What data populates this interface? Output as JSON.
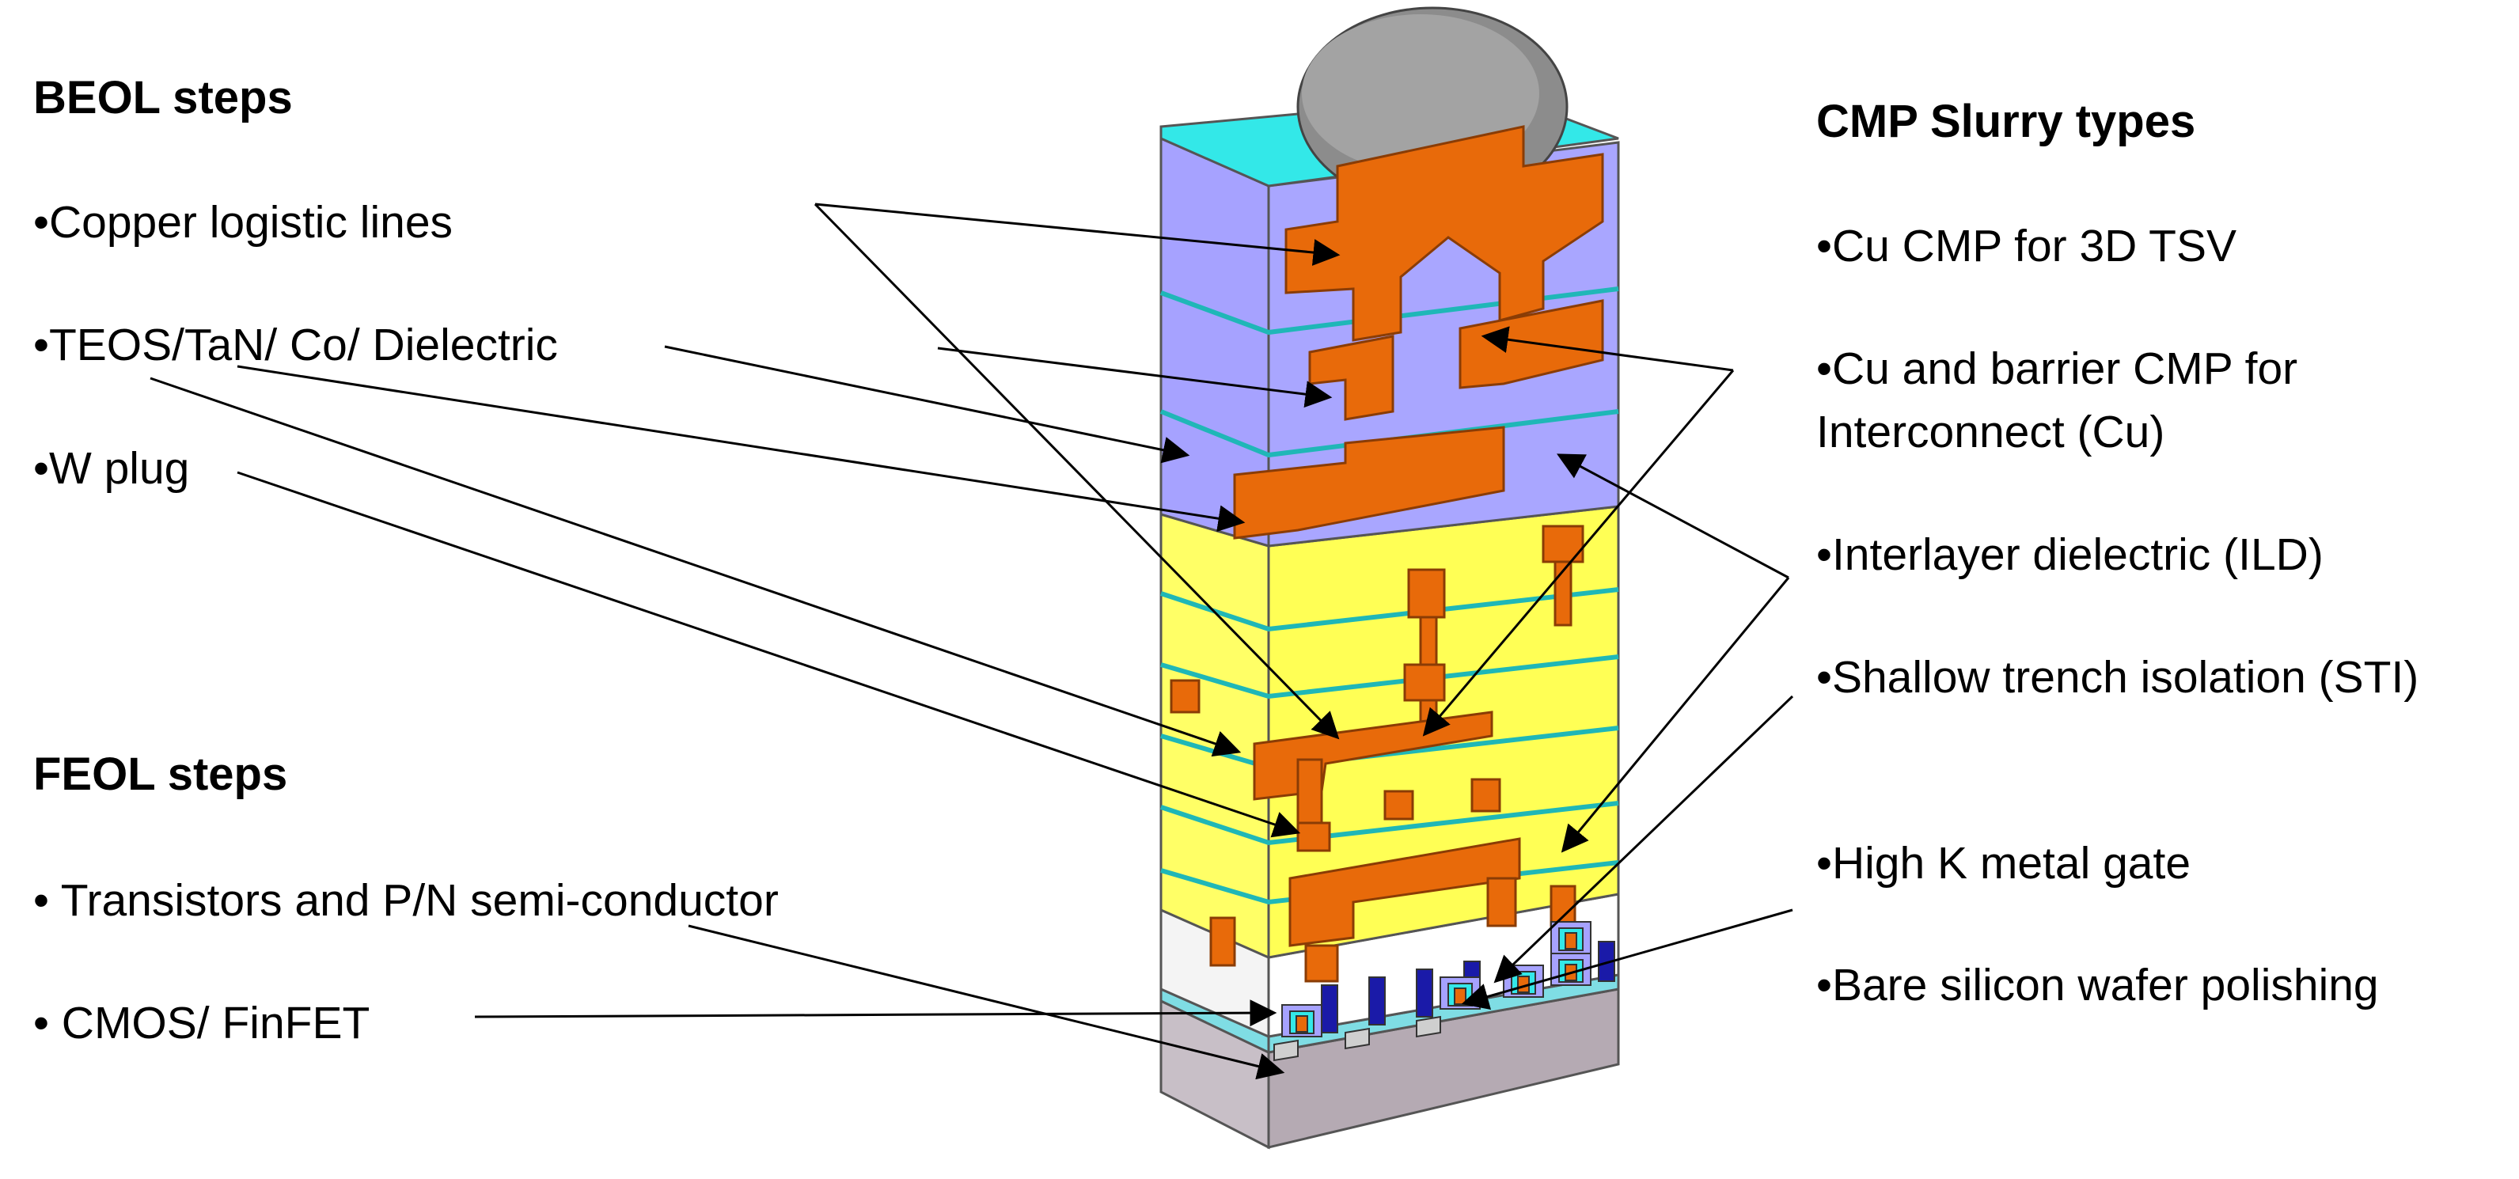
{
  "beol": {
    "title": "BEOL  steps",
    "items": [
      "•Copper logistic lines",
      "•TEOS/TaN/ Co/ Dielectric",
      "•W plug"
    ]
  },
  "feol": {
    "title": "FEOL  steps",
    "items": [
      "• Transistors and P/N semi-conductor",
      "•  CMOS/ FinFET"
    ]
  },
  "cmp": {
    "title": "CMP Slurry types",
    "items": [
      "•Cu CMP for 3D TSV",
      "•Cu and barrier CMP for",
      "Interconnect (Cu)",
      "•Interlayer dielectric (ILD)",
      "•Shallow trench isolation (STI)",
      "•High K metal gate",
      "•Bare silicon wafer polishing"
    ]
  },
  "colors": {
    "ild_purple": "#a6a2ff",
    "dielectric_yellow": "#ffff66",
    "copper": "#e86a0a",
    "cap_cyan": "#33e8e8",
    "silicon_gray": "#c8bfc7",
    "tsv_gray": "#8c8c8c",
    "gate_blue": "#1a1aa8"
  }
}
